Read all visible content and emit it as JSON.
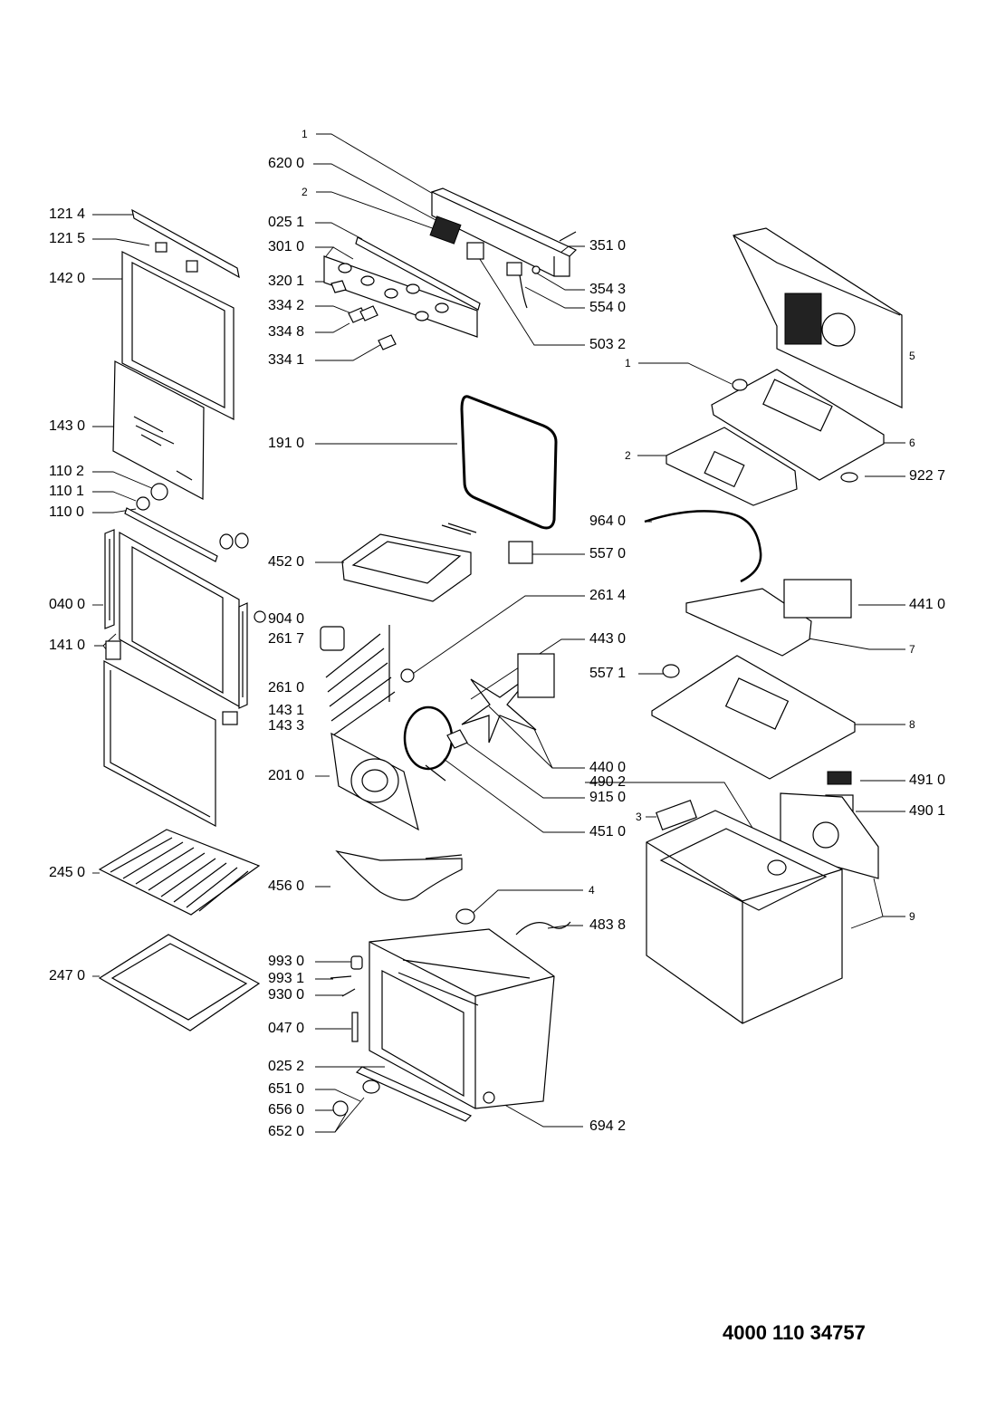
{
  "document_code": "4000 110 34757",
  "callouts": {
    "c1_top": "1",
    "c6200": "620 0",
    "c2_top": "2",
    "c0251": "025 1",
    "c3010": "301 0",
    "c3201": "320 1",
    "c3342": "334 2",
    "c3348": "334 8",
    "c3341": "334 1",
    "c3510": "351 0",
    "c3543": "354 3",
    "c5540": "554 0",
    "c5032": "503 2",
    "c1214": "121 4",
    "c1215": "121 5",
    "c1420": "142 0",
    "c1430": "143 0",
    "c1102": "110 2",
    "c1101": "110 1",
    "c1100": "110 0",
    "c0400": "040 0",
    "c1410": "141 0",
    "c9040": "904 0",
    "c2617": "261 7",
    "c2610": "261 0",
    "c1431": "143 1",
    "c1433": "143 3",
    "c2010": "201 0",
    "c2450": "245 0",
    "c2470": "247 0",
    "c1910": "191 0",
    "c4520": "452 0",
    "c5570": "557 0",
    "c2614": "261 4",
    "c4430": "443 0",
    "c4400": "440 0",
    "c4902": "490 2",
    "c9150": "915 0",
    "c4510": "451 0",
    "c4560": "456 0",
    "c4_mid": "4",
    "c4838": "483 8",
    "c9930": "993 0",
    "c9931": "993 1",
    "c9300": "930 0",
    "c0470": "047 0",
    "c0252": "025 2",
    "c6510": "651 0",
    "c6560": "656 0",
    "c6520": "652 0",
    "c6942": "694 2",
    "c5_r": "5",
    "c1_r": "1",
    "c6_r": "6",
    "c2_r": "2",
    "c9227": "922 7",
    "c9640": "964 0",
    "c4410": "441 0",
    "c7_r": "7",
    "c5571": "557 1",
    "c8_r": "8",
    "c4910": "491 0",
    "c3_r": "3",
    "c4901": "490 1",
    "c9_r": "9"
  }
}
